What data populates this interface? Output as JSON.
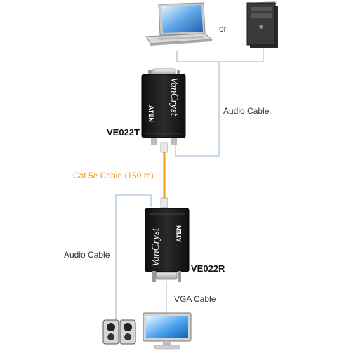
{
  "labels": {
    "or": "or",
    "audio_cable_top": "Audio Cable",
    "transmitter_model": "VE022T",
    "cat5e_cable": "Cat 5e Cable (150 m)",
    "audio_cable_bottom": "Audio Cable",
    "receiver_model": "VE022R",
    "vga_cable": "VGA Cable"
  },
  "device_text": {
    "brand": "VanCryst",
    "maker": "ATEN"
  },
  "colors": {
    "cable_line": "#b9cde0",
    "cat_cable": "#f29a1f",
    "device_body": "#1d1d1d",
    "label_text": "#333333"
  }
}
